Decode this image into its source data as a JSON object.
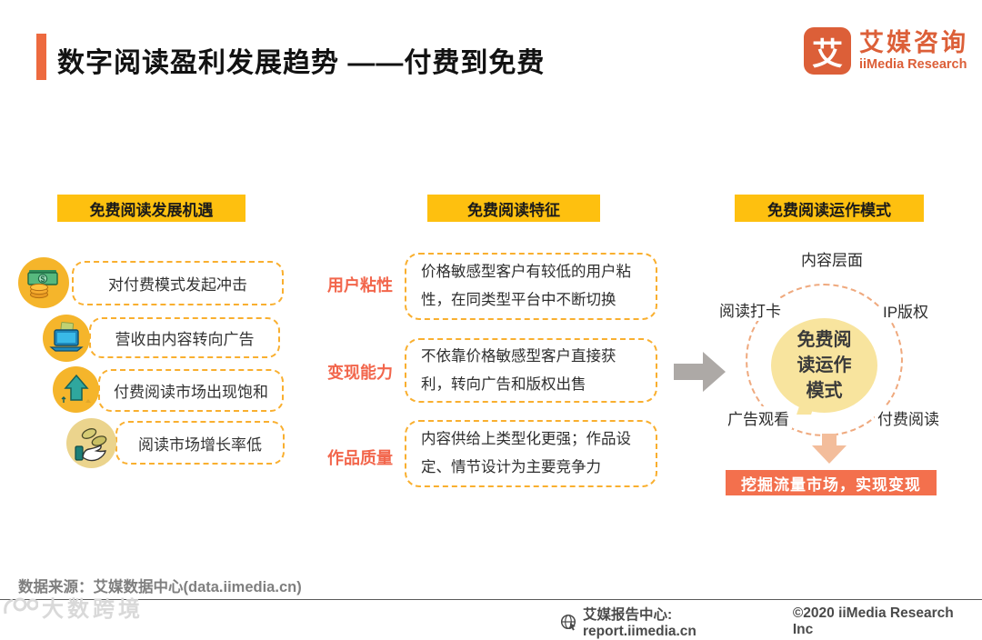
{
  "title": "数字阅读盈利发展趋势 ——付费到免费",
  "logo": {
    "mark": "艾",
    "name_cn": "艾媒咨询",
    "name_en": "iiMedia Research"
  },
  "left_panel": {
    "header": "免费阅读发展机遇",
    "items": [
      {
        "icon": "money-icon",
        "text": "对付费模式发起冲击"
      },
      {
        "icon": "laptop-icon",
        "text": "营收由内容转向广告"
      },
      {
        "icon": "arrow-up-icon",
        "text": "付费阅读市场出现饱和"
      },
      {
        "icon": "hand-coins-icon",
        "text": "阅读市场增长率低"
      }
    ]
  },
  "middle_panel": {
    "header": "免费阅读特征",
    "rows": [
      {
        "label": "用户粘性",
        "text": "价格敏感型客户有较低的用户粘性，在同类型平台中不断切换"
      },
      {
        "label": "变现能力",
        "text": "不依靠价格敏感型客户直接获利，转向广告和版权出售"
      },
      {
        "label": "作品质量",
        "text": "内容供给上类型化更强；作品设定、情节设计为主要竞争力"
      }
    ]
  },
  "right_panel": {
    "header": "免费阅读运作模式",
    "content_layer_label": "内容层面",
    "satellites": {
      "top_left": "阅读打卡",
      "top_right": "IP版权",
      "bottom_left": "广告观看",
      "bottom_right": "付费阅读"
    },
    "center_circle": {
      "line1": "免费阅",
      "line2": "读运作",
      "line3": "模式"
    },
    "cta": "挖掘流量市场，实现变现"
  },
  "footer": {
    "source": "数据来源：艾媒数据中心(data.iimedia.cn)",
    "watermark": "大数跨境",
    "report_center": "艾媒报告中心: report.iimedia.cn",
    "copyright": "©2020  iiMedia Research  Inc"
  },
  "colors": {
    "accent_orange": "#ED6A3F",
    "logo_orange": "#DC5F38",
    "gold": "#FEC00F",
    "dash_gold": "#F9AF2F",
    "label_orange": "#F2664C",
    "cta_orange": "#F3704D",
    "center_circle_fill": "#F8E49E",
    "circle_dash": "#EFA97E",
    "salmon_arrow": "#F3BD9B",
    "gray_arrow": "#ADA9A6"
  }
}
